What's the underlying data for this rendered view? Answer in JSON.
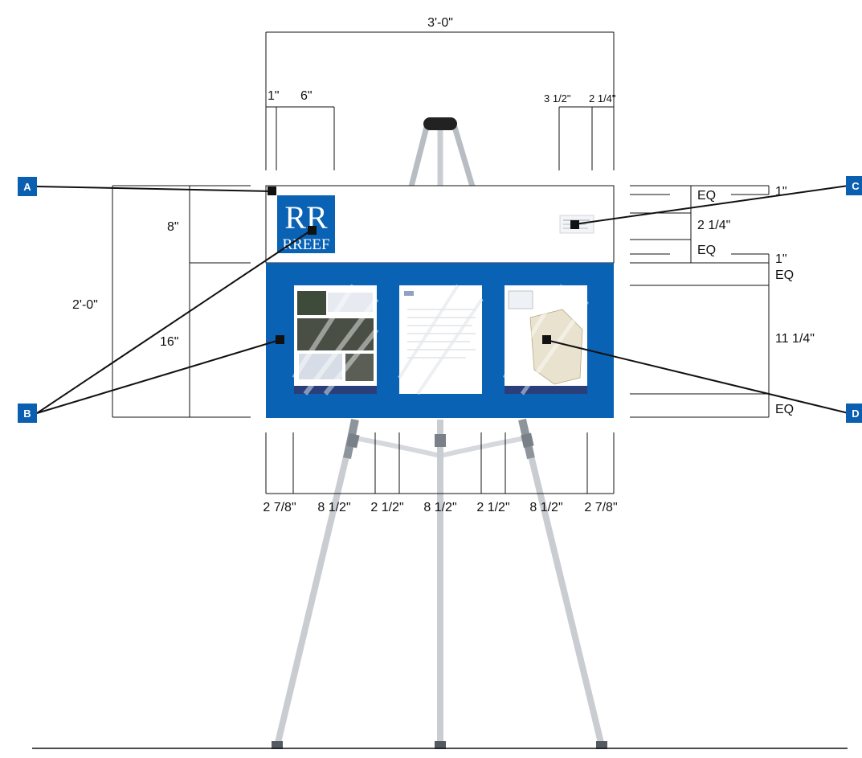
{
  "diagram": {
    "colors": {
      "board_blue": "#0A62B4",
      "callout_blue": "#0A5FB0",
      "line": "#111111",
      "easel_leg": "#C9CDD2",
      "easel_foot": "#555A60"
    },
    "overall_width": "3'-0\"",
    "overall_height": "2'-0\"",
    "left_dims": {
      "header": "8\"",
      "body": "16\""
    },
    "top_left_dims": {
      "margin": "1\"",
      "logo": "6\""
    },
    "top_right_dims": {
      "logo": "3 1/2\"",
      "margin": "2 1/4\""
    },
    "right_dims": {
      "eq_top": "EQ",
      "margin_top": "1\"",
      "logo_height": "2 1/4\"",
      "eq_mid": "EQ",
      "margin_mid": "1\"",
      "eq_upper": "EQ",
      "doc_height": "11 1/4\"",
      "eq_lower": "EQ"
    },
    "bottom_dims": [
      "2 7/8\"",
      "8 1/2\"",
      "2 1/2\"",
      "8 1/2\"",
      "2 1/2\"",
      "8 1/2\"",
      "2 7/8\""
    ],
    "callouts": {
      "a": "A",
      "b": "B",
      "c": "C",
      "d": "D"
    },
    "logo": {
      "monogram": "RR",
      "wordmark": "RREEF"
    },
    "icons": {
      "easel": "tripod-easel-icon",
      "logo": "rreef-logo-icon"
    }
  }
}
